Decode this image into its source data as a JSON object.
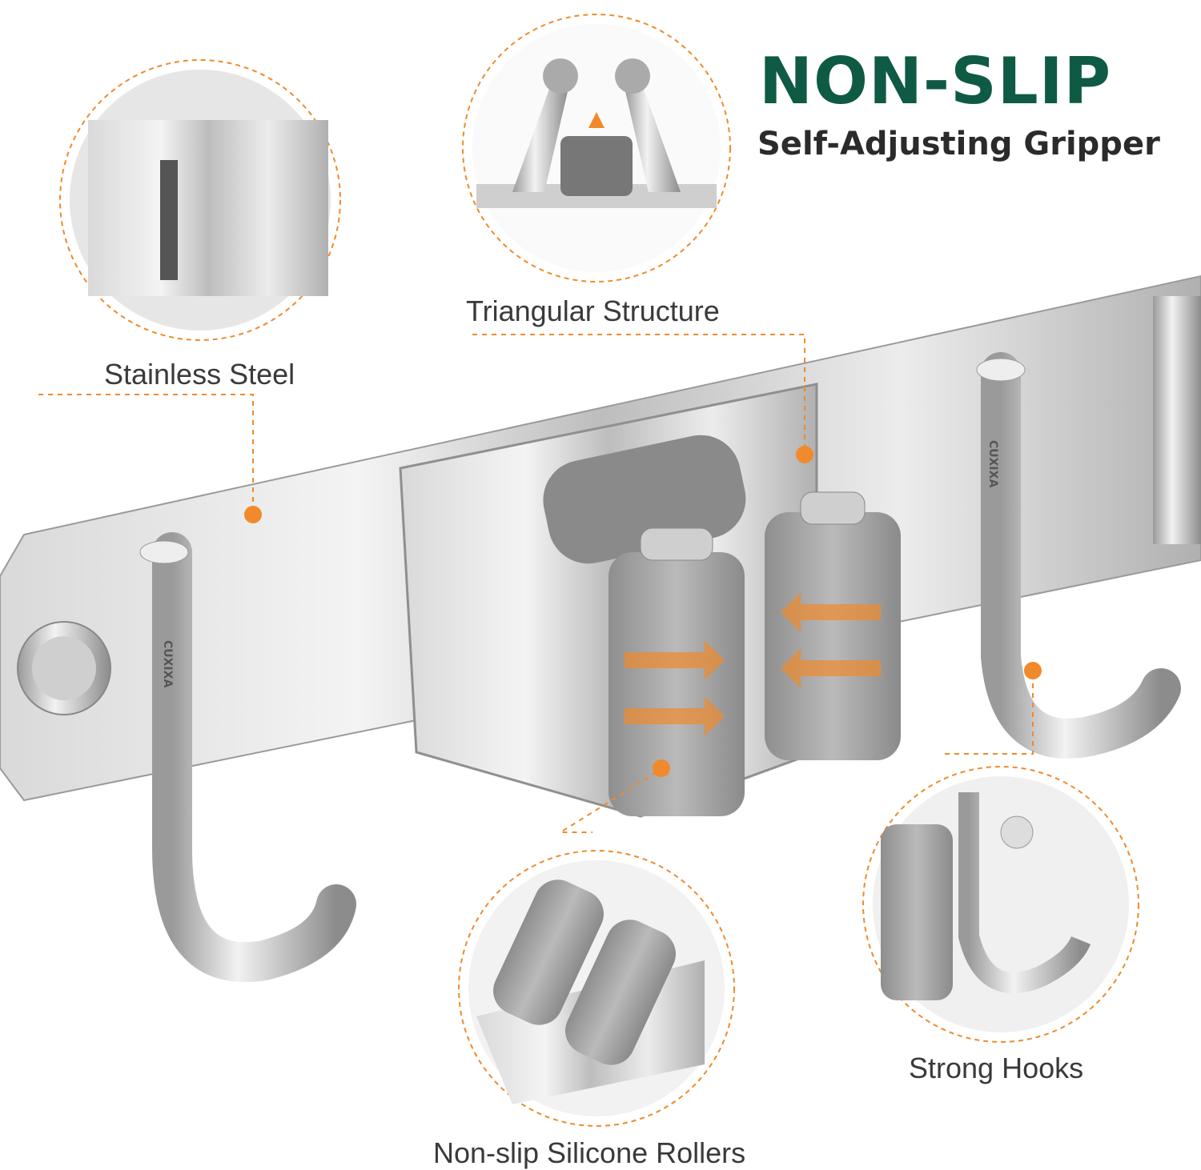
{
  "headline": {
    "title": "NON-SLIP",
    "subtitle": "Self-Adjusting Gripper",
    "title_color": "#0f5a45"
  },
  "callouts": [
    {
      "label": "Stainless Steel"
    },
    {
      "label": "Triangular Structure"
    },
    {
      "label": "Strong Hooks"
    },
    {
      "label": "Non-slip Silicone Rollers"
    }
  ],
  "brand_engraving": "CUXIXA",
  "accent_color": "#f08a2c"
}
